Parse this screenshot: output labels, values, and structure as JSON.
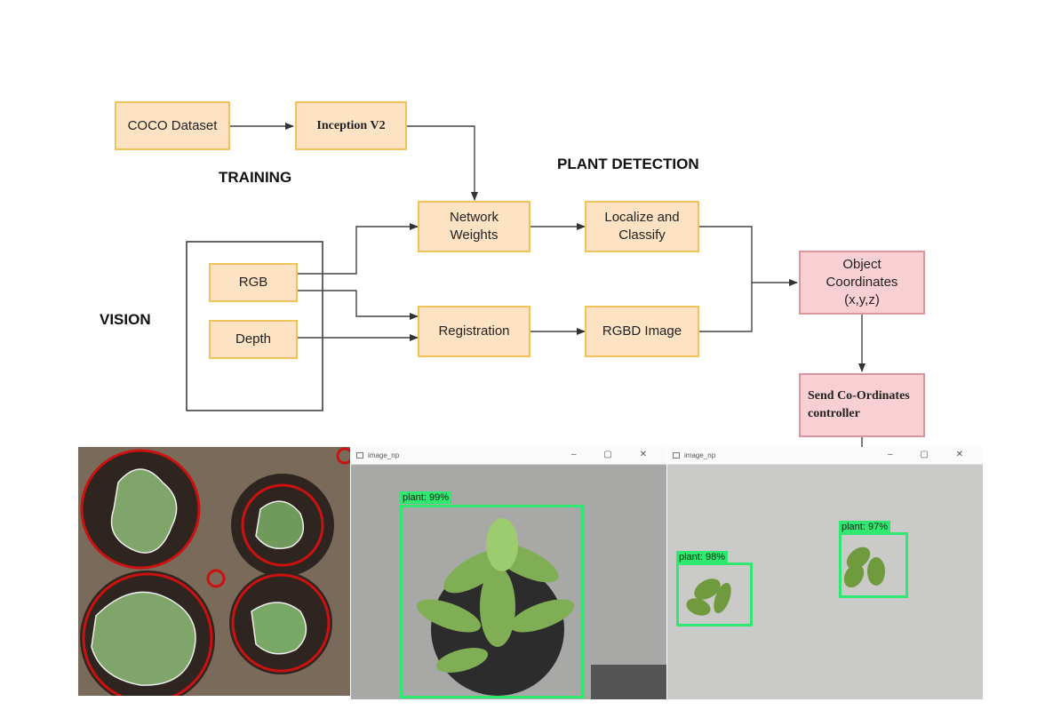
{
  "diagram": {
    "section_labels": {
      "training": "TRAINING",
      "plant": "PLANT",
      "detection": "DETECTION",
      "vision": "VISION"
    },
    "nodes": {
      "coco_dataset": "COCO Dataset",
      "inception_v2": "Inception V2",
      "network_weights": "Network\nWeights",
      "localize_classify": "Localize and\nClassify",
      "rgb": "RGB",
      "depth": "Depth",
      "registration": "Registration",
      "rgbd_image": "RGBD Image",
      "object_coordinates": "Object\nCoordinates\n(x,y,z)",
      "send_coordinates": "Send Co-Ordinates\ncontroller"
    },
    "colors": {
      "process_fill": "#fde3c3",
      "process_border": "#f2c25a",
      "output_fill": "#f8d0d3",
      "output_border": "#d9979d",
      "detection_box": "#2ee86f",
      "segmentation_circle": "#cc1111"
    }
  },
  "photos": {
    "window_title_1": "image_np",
    "window_title_2": "image_np",
    "detections": {
      "center": "plant: 99%",
      "right_a": "plant: 98%",
      "right_b": "plant: 97%"
    }
  }
}
